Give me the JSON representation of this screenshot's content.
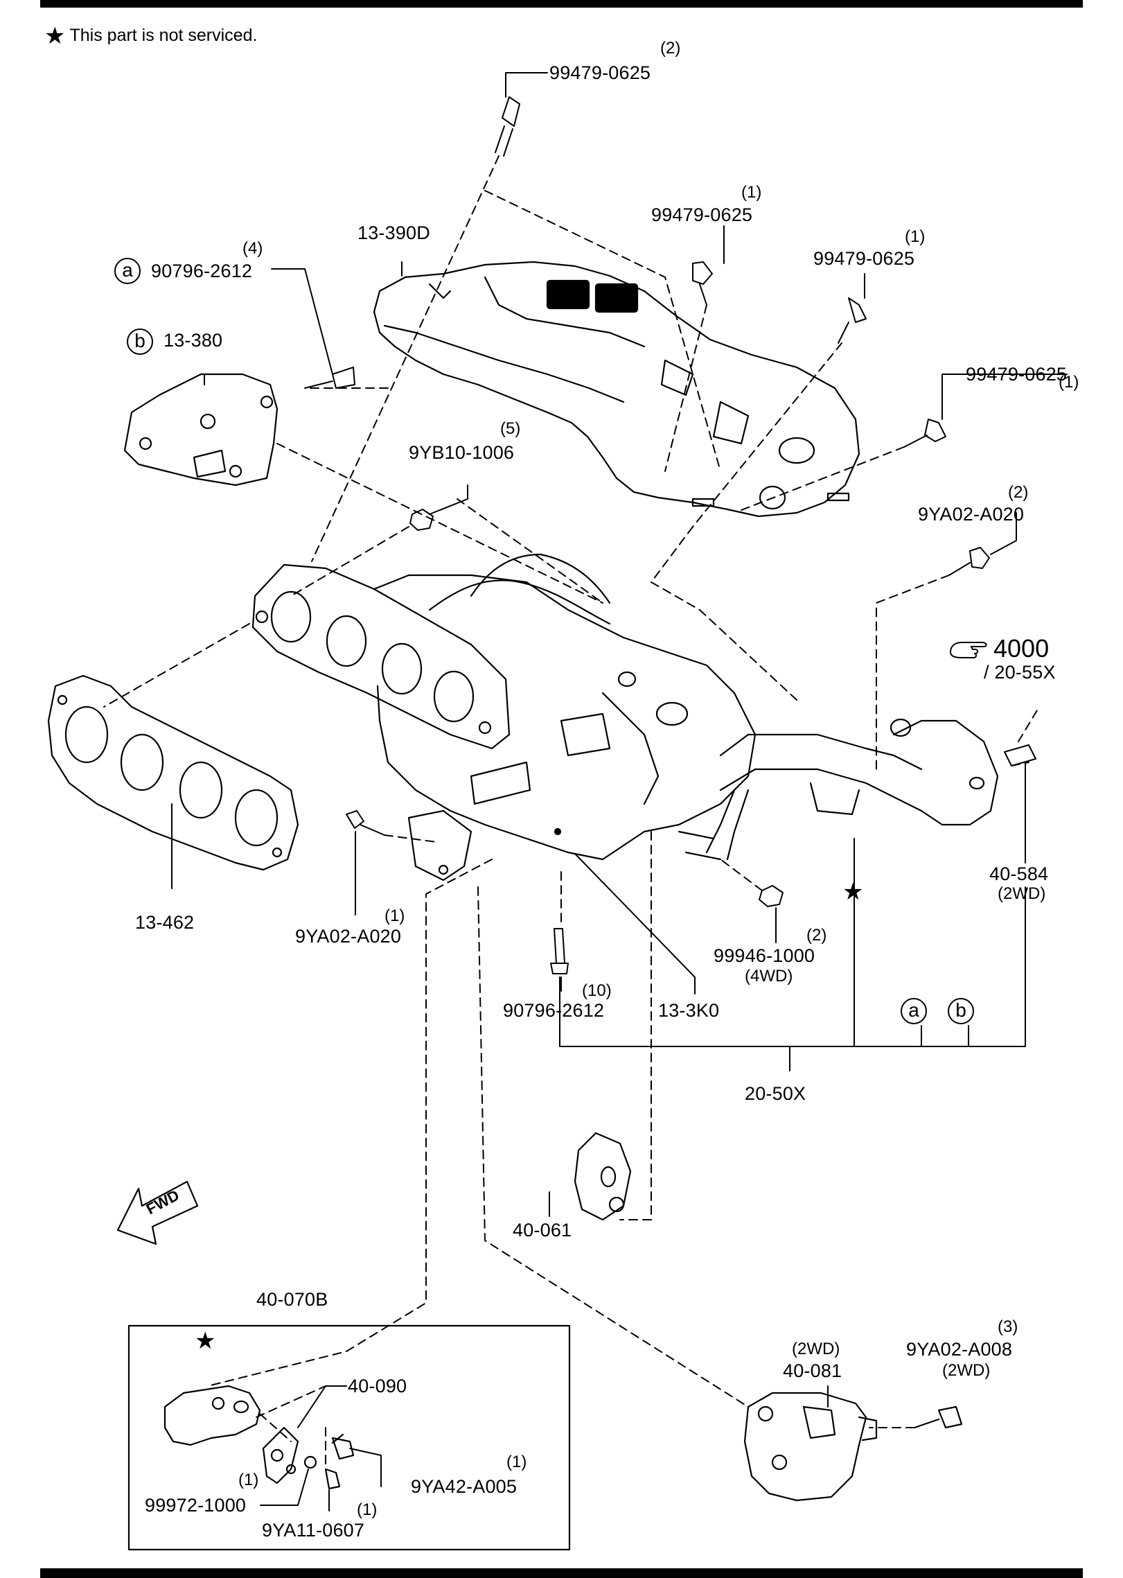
{
  "note": {
    "star": "★",
    "text": "This part is not serviced."
  },
  "labels": {
    "bolt_top": {
      "part": "99479-0625",
      "qty": "(2)"
    },
    "bolt_hs1": {
      "part": "99479-0625",
      "qty": "(1)"
    },
    "bolt_hs2": {
      "part": "99479-0625",
      "qty": "(1)"
    },
    "bolt_hs3": {
      "part": "99479-0625",
      "qty": "(1)"
    },
    "heat_shield": {
      "part": "13-390D"
    },
    "bracket_bolt": {
      "circle": "a",
      "part": "90796-2612",
      "qty": "(4)"
    },
    "bracket": {
      "circle": "b",
      "part": "13-380"
    },
    "nut_9yb10": {
      "part": "9YB10-1006",
      "qty": "(5)"
    },
    "bolt_9ya02_right": {
      "part": "9YA02-A020",
      "qty": "(2)"
    },
    "ref_4000": {
      "main": "4000",
      "sub": "/ 20-55X"
    },
    "gasket": {
      "part": "13-462"
    },
    "bolt_9ya02_left": {
      "part": "9YA02-A020",
      "qty": "(1)"
    },
    "stud_40584": {
      "part": "40-584",
      "qty": "(2WD)"
    },
    "nut_99946": {
      "part": "99946-1000",
      "qty": "(2)",
      "note": "(4WD)"
    },
    "bolt_90796": {
      "part": "90796-2612",
      "qty": "(10)"
    },
    "manifold": {
      "part": "13-3K0"
    },
    "assembly": {
      "part": "20-50X",
      "circle_a": "a",
      "circle_b": "b"
    },
    "hanger": {
      "part": "40-061"
    },
    "fwd": {
      "text": "FWD"
    },
    "bracket_box": {
      "part": "40-070B"
    },
    "bracket_40090": {
      "part": "40-090"
    },
    "washer": {
      "part": "99972-1000",
      "qty": "(1)"
    },
    "bolt_9ya42": {
      "part": "9YA42-A005",
      "qty": "(1)"
    },
    "nut_9ya11": {
      "part": "9YA11-0607",
      "qty": "(1)"
    },
    "bracket_40081": {
      "part": "40-081",
      "note": "(2WD)"
    },
    "bolt_9ya02_a008": {
      "part": "9YA02-A008",
      "qty": "(3)",
      "note": "(2WD)"
    },
    "star": "★"
  }
}
